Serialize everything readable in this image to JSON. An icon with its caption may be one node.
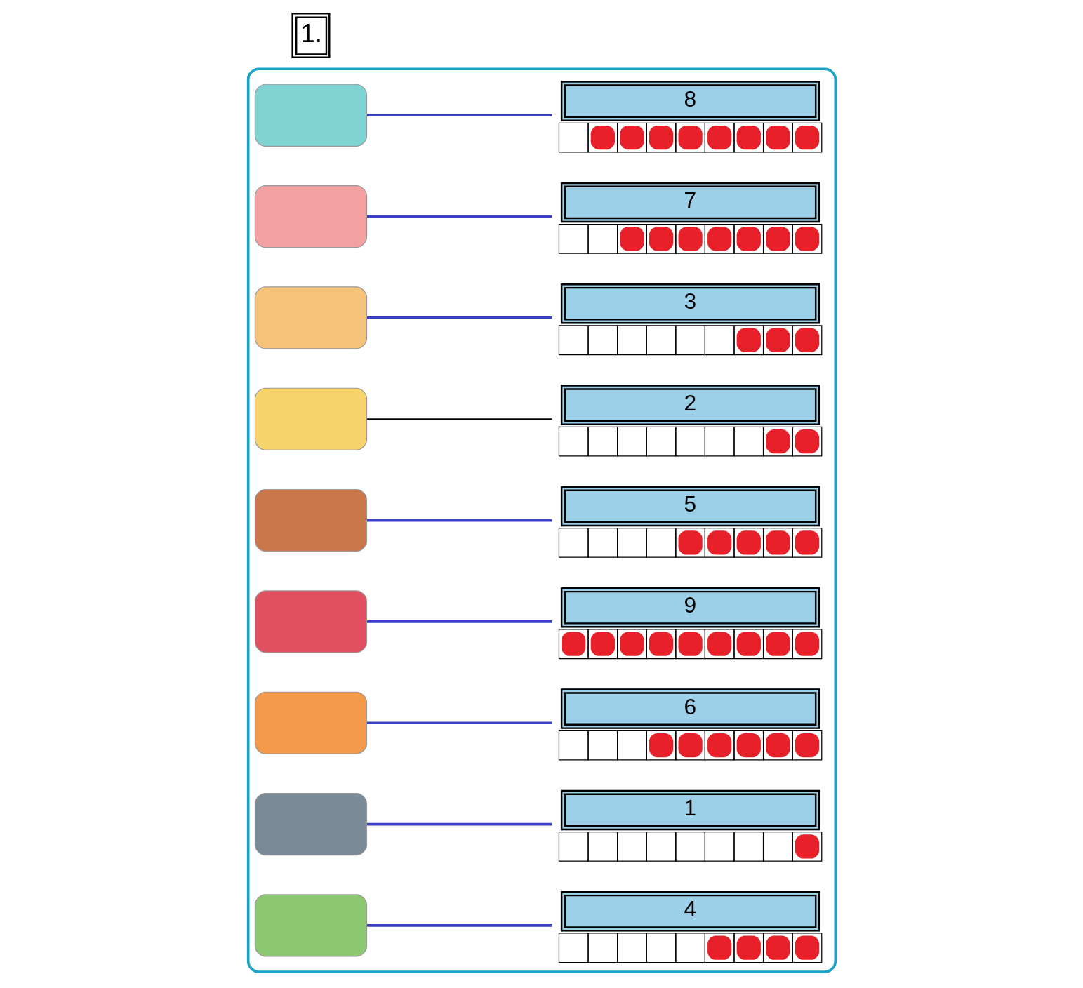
{
  "diagram": {
    "nodes": [
      {
        "text": [],
        "shape": "box"
      },
      {
        "text": [],
        "shape": "box",
        "in": 0
      },
      {
        "text": [],
        "shape": "box",
        "in": 0
      },
      {
        "text": [],
        "shape": "box",
        "in": 0
      },
      {
        "text": [],
        "shape": "box",
        "in": 0
      },
      {
        "text": [],
        "shape": "box",
        "in": 0
      },
      {
        "text": [],
        "shape": "box",
        "in": 0
      },
      {
        "text": [],
        "shape": "box",
        "in": 0
      },
      {
        "text": [],
        "shape": "box",
        "in": 0
      },
      {
        "text": [],
        "shape": "box",
        "in": 0
      },
      {
        "text": [
          "7"
        ],
        "in": 0
      },
      {
        "text": [
          "8"
        ],
        "in": 0
      },
      {
        "text": [
          "9"
        ],
        "in": 0
      },
      {
        "text": [
          "3"
        ],
        "in": 0
      },
      {
        "text": [
          "5"
        ],
        "in": 0
      },
      {
        "text": [
          "2"
        ],
        "in": 0
      },
      {
        "text": [
          "6"
        ],
        "in": 0
      },
      {
        "text": [
          "4"
        ],
        "in": 0
      },
      {
        "text": [
          "1"
        ],
        "in": 0
      }
    ],
    "edges": [
      {
        "from": 2,
        "to": 10,
        "arrow": "none"
      },
      {
        "from": 1,
        "to": 11,
        "arrow": "none"
      },
      {
        "from": 3,
        "to": 13,
        "arrow": "none"
      },
      {
        "from": 6,
        "to": 12,
        "arrow": "none"
      },
      {
        "from": 5,
        "to": 14,
        "arrow": "none"
      },
      {
        "from": 4,
        "to": 15,
        "arrow": "none",
        "color": "#000000"
      },
      {
        "from": 7,
        "to": 16,
        "arrow": "none"
      },
      {
        "from": 9,
        "to": 17,
        "arrow": "none"
      },
      {
        "from": 8,
        "to": 18,
        "arrow": "none"
      }
    ],
    "labels": [
      "1."
    ]
  }
}
